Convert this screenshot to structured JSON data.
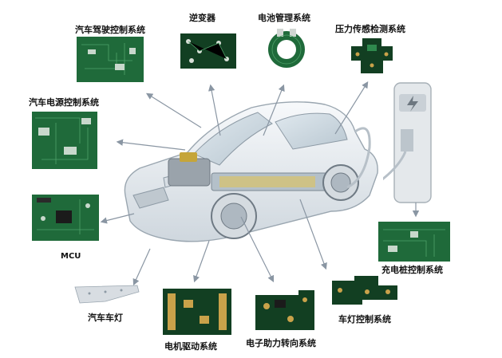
{
  "labels": {
    "driving_control": "汽车驾驶控制系统",
    "inverter": "逆变器",
    "battery_management": "电池管理系统",
    "pressure_sensing": "压力传感检测系统",
    "power_control": "汽车电源控制系统",
    "mcu": "MCU",
    "charging_pile": "充电桩控制系统",
    "headlight": "汽车车灯",
    "motor_drive": "电机驱动系统",
    "power_steering": "电子助力转向系统",
    "light_control": "车灯控制系统"
  },
  "colors": {
    "pcb_green": "#1f6a3a",
    "pcb_dark": "#123f22",
    "trace": "#4fa36a",
    "gold": "#c9a24a",
    "arrow": "#8a96a3",
    "car_body": "#e9eef2",
    "car_outline": "#9aa6b0"
  }
}
